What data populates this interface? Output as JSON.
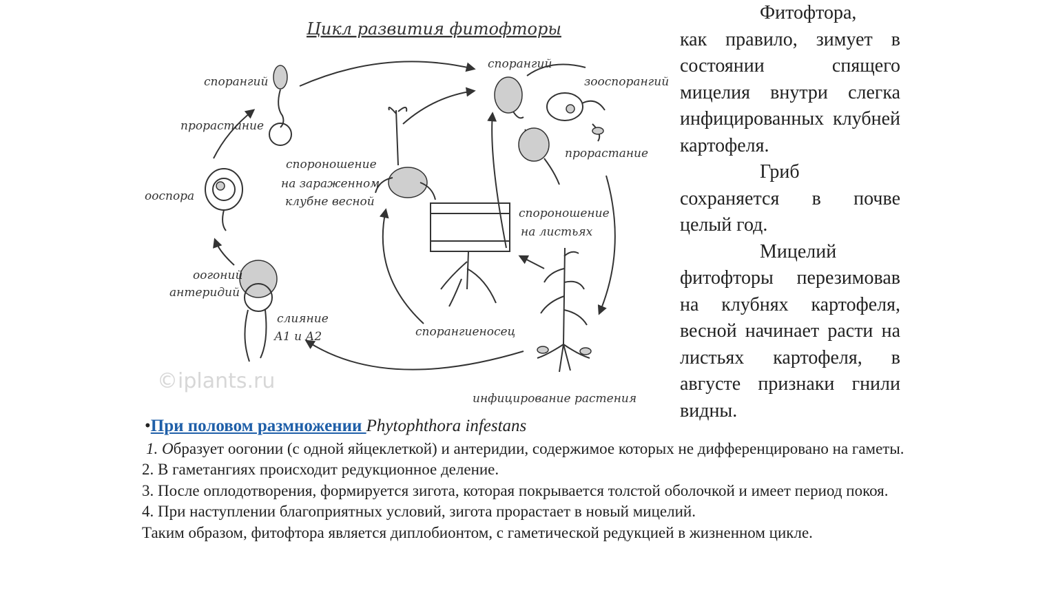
{
  "diagram": {
    "title": "Цикл развития фитофторы",
    "labels": {
      "sporangium_left": "спорангий",
      "germination_left": "прорастание",
      "oospore": "ооспора",
      "oogonium": "оогоний",
      "antheridium": "антеридий",
      "fusion": "слияние",
      "fusion_types": "А1 и А2",
      "sporulation_tuber_1": "спороношение",
      "sporulation_tuber_2": "на зараженном",
      "sporulation_tuber_3": "клубне весной",
      "sporangium_right": "спорангий",
      "zoosporangium": "зооспорангий",
      "germination_right": "прорастание",
      "sporulation_leaves_1": "спороношение",
      "sporulation_leaves_2": "на листьях",
      "sporangiophore": "спорангиеносец",
      "plant_infection": "инфицирование растения"
    },
    "watermark": "©iplants.ru"
  },
  "side_text": {
    "p1_head": "Фитофтора,",
    "p1_body": "как правило, зимует в состоянии спящего мицелия внутри слегка инфицированных клубней картофеля.",
    "p2": "Гриб сохраняется в почве целый год.",
    "p3": "Мицелий фитофторы перезимовав на клубнях картофеля, весной начинает расти на листьях картофеля, в августе признаки гнили видны."
  },
  "bottom": {
    "bullet": "•",
    "heading_link": "При половом размножении ",
    "heading_species": "Phytophthora infestans",
    "item1_num": "1. О",
    "item1_text": "бразует оогонии (с одной яйцеклеткой) и антеридии, содержимое которых не дифференцировано на гаметы.",
    "item2": "2. В гаметангиях происходит редукционное деление.",
    "item3": "3. После оплодотворения, формируется зигота, которая покрывается толстой оболочкой и имеет период покоя.",
    "item4": "4. При наступлении благоприятных условий, зигота прорастает в новый мицелий.",
    "conclusion": "Таким образом, фитофтора является диплобионтом, с гаметической редукцией в жизненном цикле."
  }
}
